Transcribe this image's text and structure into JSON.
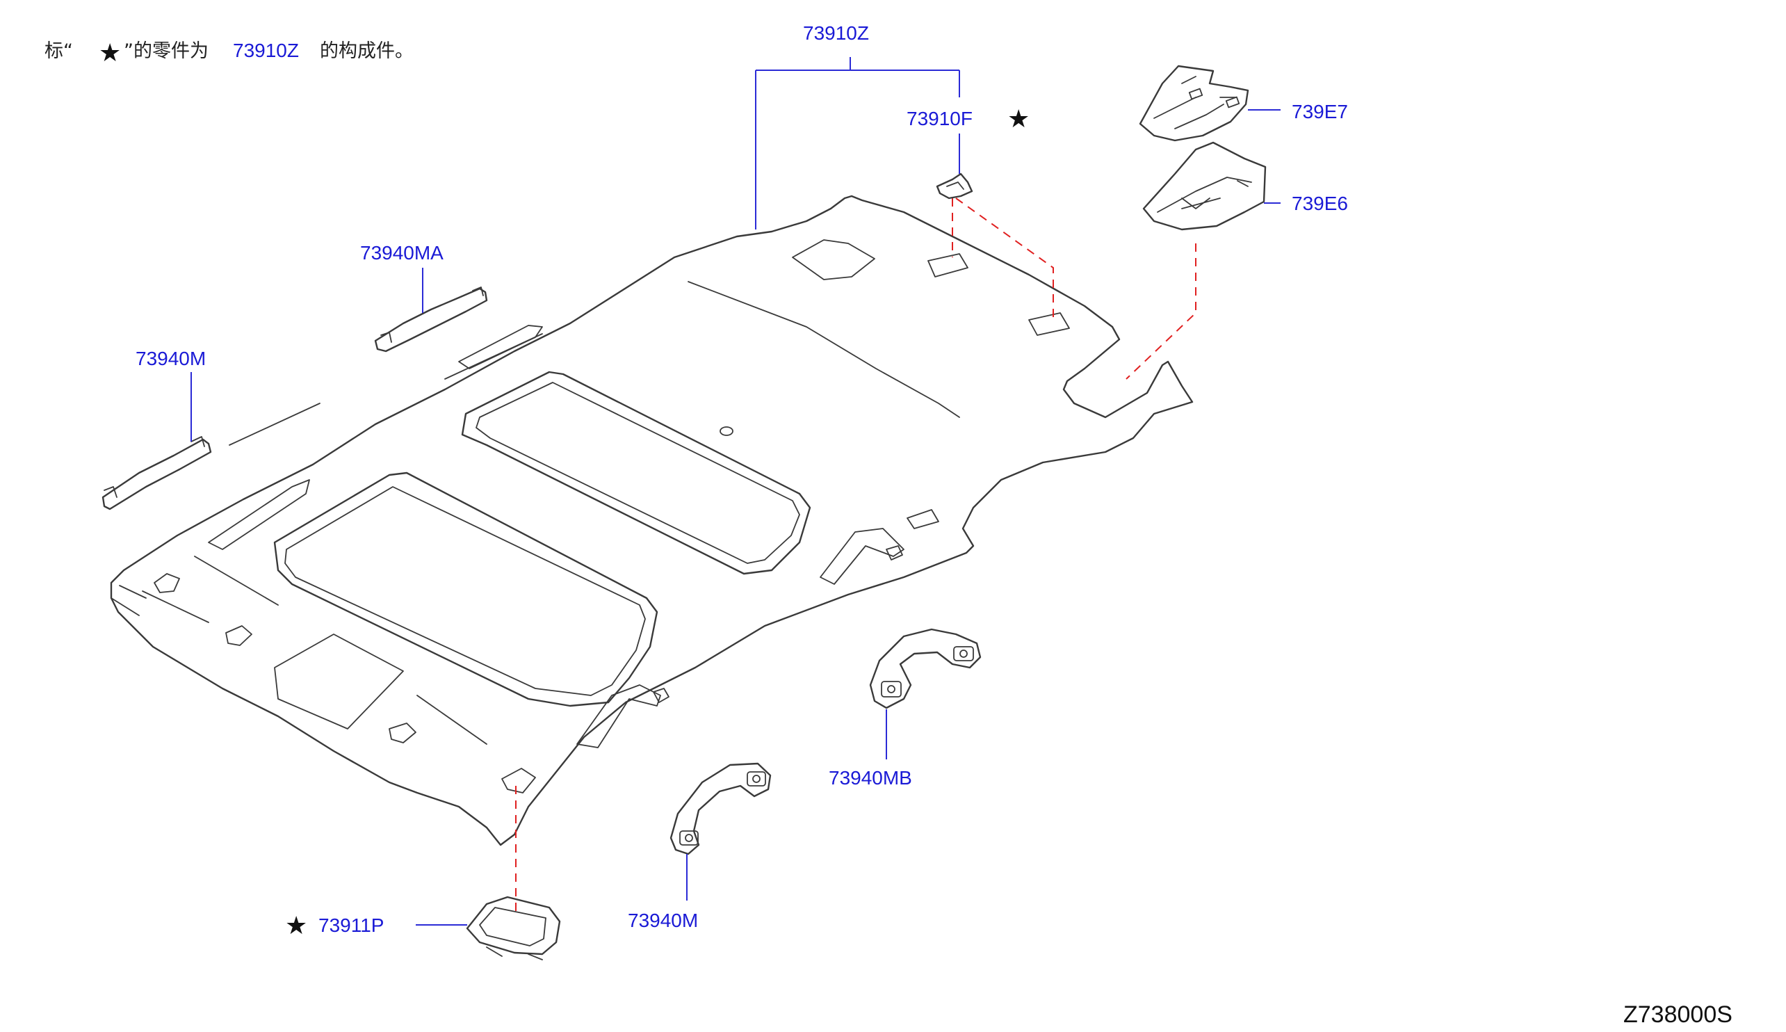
{
  "note": {
    "prefix": "标“",
    "star": "★",
    "middle": "”的零件为",
    "code": "73910Z",
    "suffix": "的构成件。"
  },
  "parts": {
    "p73910z": "73910Z",
    "p73910f": "73910F",
    "p739e7": "739E7",
    "p739e6": "739E6",
    "p73940ma": "73940MA",
    "p73940m_left": "73940M",
    "p73940mb": "73940MB",
    "p73940m_bottom": "73940M",
    "p73911p": "73911P"
  },
  "markers": {
    "star_73910f": "★",
    "star_73911p": "★"
  },
  "drawing_id": "Z738000S",
  "colors": {
    "label": "#1a1ad6",
    "leader": "#2b2bd6",
    "dashed_connector": "#e02020",
    "outline": "#3a3a3a"
  }
}
